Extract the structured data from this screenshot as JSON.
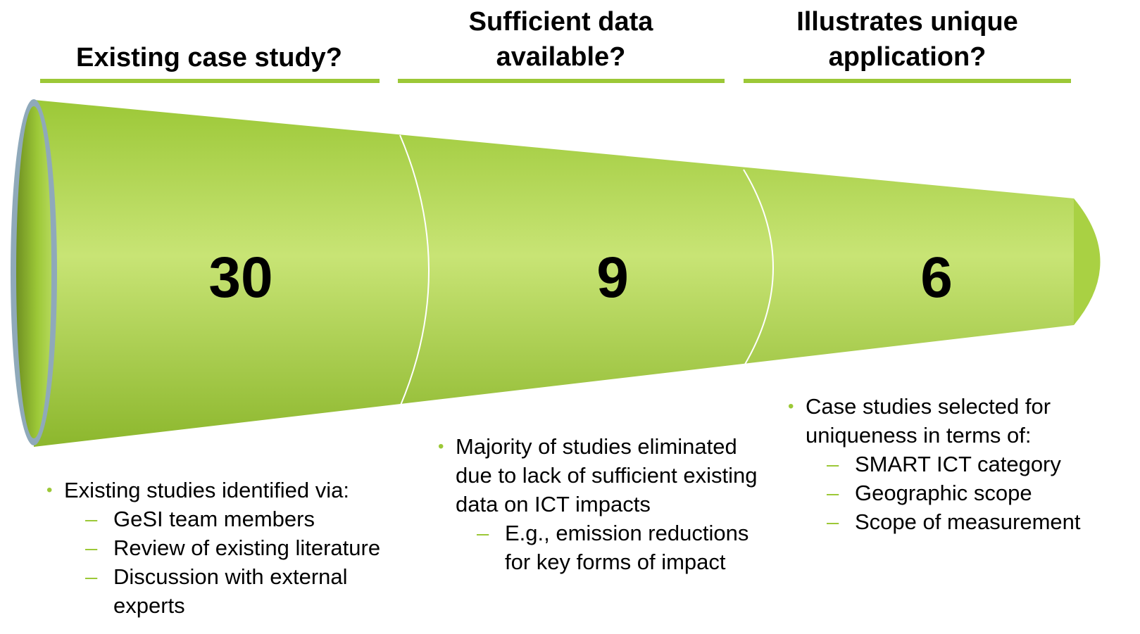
{
  "colors": {
    "accent": "#9cc837",
    "funnel_light": "#c8e475",
    "funnel_dark": "#7fa82a",
    "rim": "#8fa9ba"
  },
  "stages": [
    {
      "header_lines": [
        "Existing case study?"
      ],
      "count": "30",
      "bullet": "Existing studies identified via:",
      "sub_items": [
        "GeSI team members",
        "Review of existing literature",
        "Discussion with external experts"
      ]
    },
    {
      "header_lines": [
        "Sufficient data",
        "available?"
      ],
      "count": "9",
      "bullet": "Majority of studies eliminated due to lack of sufficient existing data on ICT impacts",
      "sub_items": [
        "E.g., emission reductions for key forms of impact"
      ]
    },
    {
      "header_lines": [
        "Illustrates unique",
        "application?"
      ],
      "count": "6",
      "bullet": "Case studies selected for uniqueness in terms of:",
      "sub_items": [
        "SMART ICT category",
        "Geographic scope",
        "Scope of measurement"
      ]
    }
  ],
  "icons": {
    "bullet": "•",
    "dash": "–"
  }
}
